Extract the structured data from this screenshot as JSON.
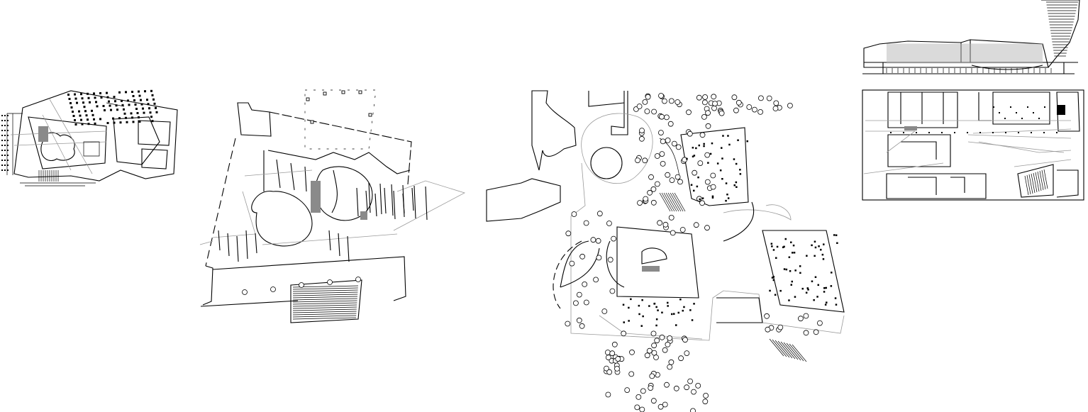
{
  "drawings": [
    {
      "id": "plan-1",
      "kind": "floor-plan"
    },
    {
      "id": "plan-2",
      "kind": "floor-plan"
    },
    {
      "id": "plan-3",
      "kind": "site-plan"
    },
    {
      "id": "section-elevation",
      "kind": "elevation"
    },
    {
      "id": "plan-4",
      "kind": "floor-plan"
    }
  ],
  "colors": {
    "line": "#000000",
    "light_line": "#9a9a9a",
    "hatch": "#8a8a8a",
    "background": "#ffffff"
  }
}
